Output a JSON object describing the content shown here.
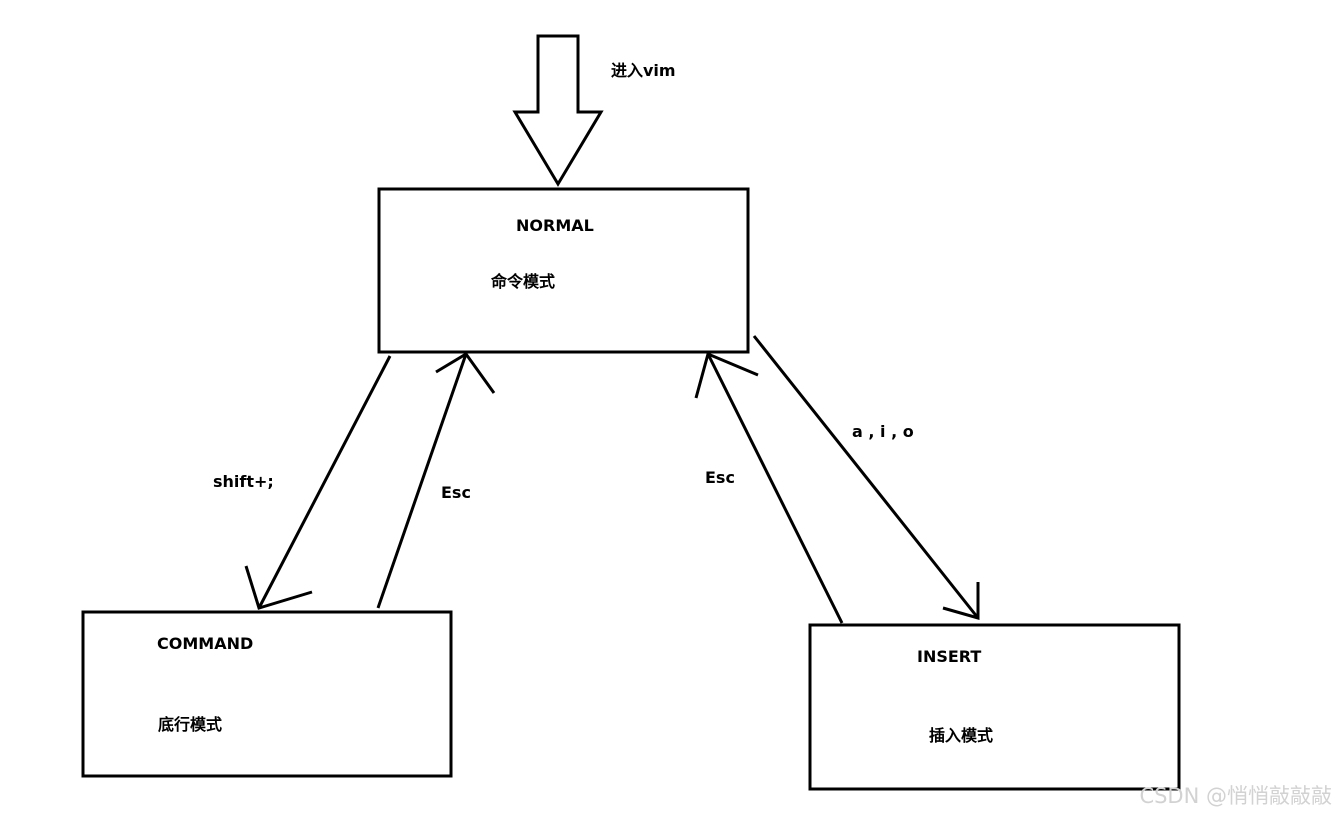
{
  "diagram": {
    "entry_label": "进入vim",
    "normal": {
      "title": "NORMAL",
      "subtitle": "命令模式"
    },
    "command": {
      "title": "COMMAND",
      "subtitle": "底行模式"
    },
    "insert": {
      "title": "INSERT",
      "subtitle": "插入模式"
    },
    "edges": {
      "normal_to_command": "shift+;",
      "command_to_normal": "Esc",
      "insert_to_normal": "Esc",
      "normal_to_insert": "a , i , o"
    }
  },
  "watermark": "CSDN @悄悄敲敲敲",
  "colors": {
    "stroke": "#000000",
    "background": "#ffffff",
    "watermark": "#d2d2d2"
  }
}
